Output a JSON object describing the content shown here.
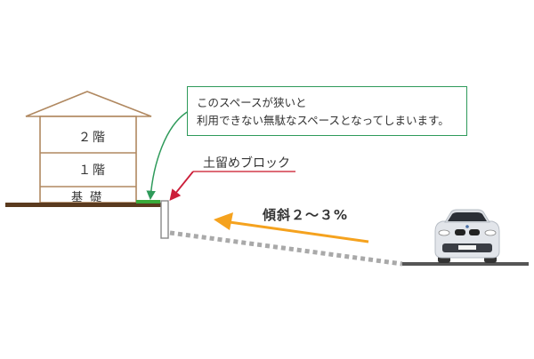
{
  "house": {
    "floor2_label": "２階",
    "floor1_label": "１階",
    "foundation_label": "基 礎"
  },
  "callout": {
    "line1": "このスペースが狭いと",
    "line2": "利用できない無駄なスペースとなってしまいます。"
  },
  "retaining_block": {
    "label": "土留めブロック"
  },
  "slope": {
    "label": "傾斜２～３%"
  },
  "colors": {
    "house_line": "#b08860",
    "ground": "#5a3a1e",
    "grass": "#3aaa3a",
    "callout_border": "#2e9a5a",
    "label_underline": "#d23a4a",
    "block_arrow": "#cc1f3a",
    "slope_arrow": "#f5a21e",
    "slope_line": "#a9a9a9",
    "road": "#555555"
  },
  "icons": [
    "house-icon",
    "car-icon",
    "arrow-icon"
  ]
}
